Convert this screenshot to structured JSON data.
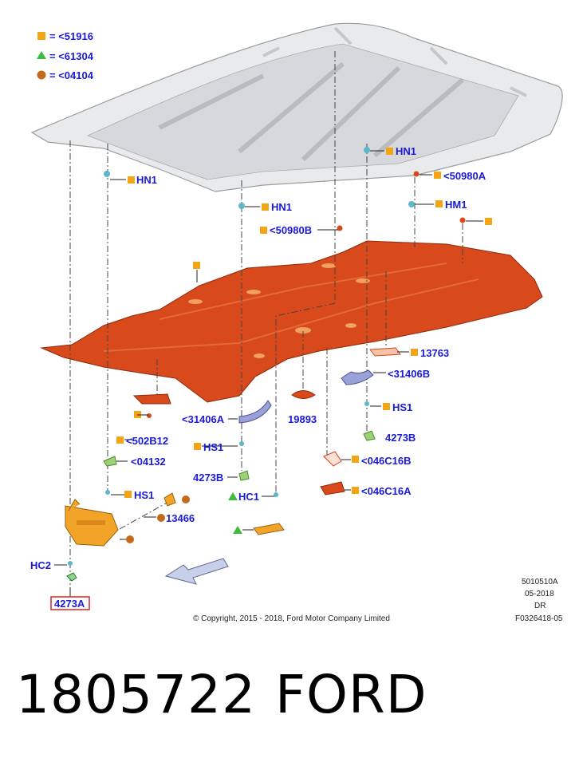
{
  "legend": [
    {
      "symbol": "square",
      "color": "#f4a516",
      "label": "= <51916"
    },
    {
      "symbol": "triangle",
      "color": "#3dbb3d",
      "label": "= <61304"
    },
    {
      "symbol": "circle",
      "color": "#c26a1a",
      "label": "= <04104"
    }
  ],
  "callouts": {
    "hn1_left": "HN1",
    "hn1_mid": "HN1",
    "hn1_right": "HN1",
    "n50980a": "<50980A",
    "hm1": "HM1",
    "n50980b": "<50980B",
    "n13763": "13763",
    "n31406b": "<31406B",
    "hs1_right": "HS1",
    "n4273b_right": "4273B",
    "n046c16b": "<046C16B",
    "n046c16a": "<046C16A",
    "n31406a": "<31406A",
    "n19893": "19893",
    "n502b12": "<502B12",
    "n04132": "<04132",
    "hs1_mid": "HS1",
    "n4273b_mid": "4273B",
    "hc1": "HC1",
    "hs1_left": "HS1",
    "n13466": "13466",
    "hc2": "HC2",
    "n4273a": "4273A"
  },
  "meta": {
    "line1": "5010510A",
    "line2": "05-2018",
    "line3": "DR",
    "line4": "F0326418-05",
    "copyright": "© Copyright, 2015 - 2018, Ford Motor Company Limited"
  },
  "footer": {
    "part_number": "1805722",
    "brand": "FORD"
  },
  "colors": {
    "headliner": "#d84a1c",
    "callout_text": "#1a1adb",
    "square_marker": "#f4a516",
    "triangle_marker": "#3dbb3d",
    "circle_marker": "#c26a1a",
    "highlight_box": "#e0201f"
  }
}
